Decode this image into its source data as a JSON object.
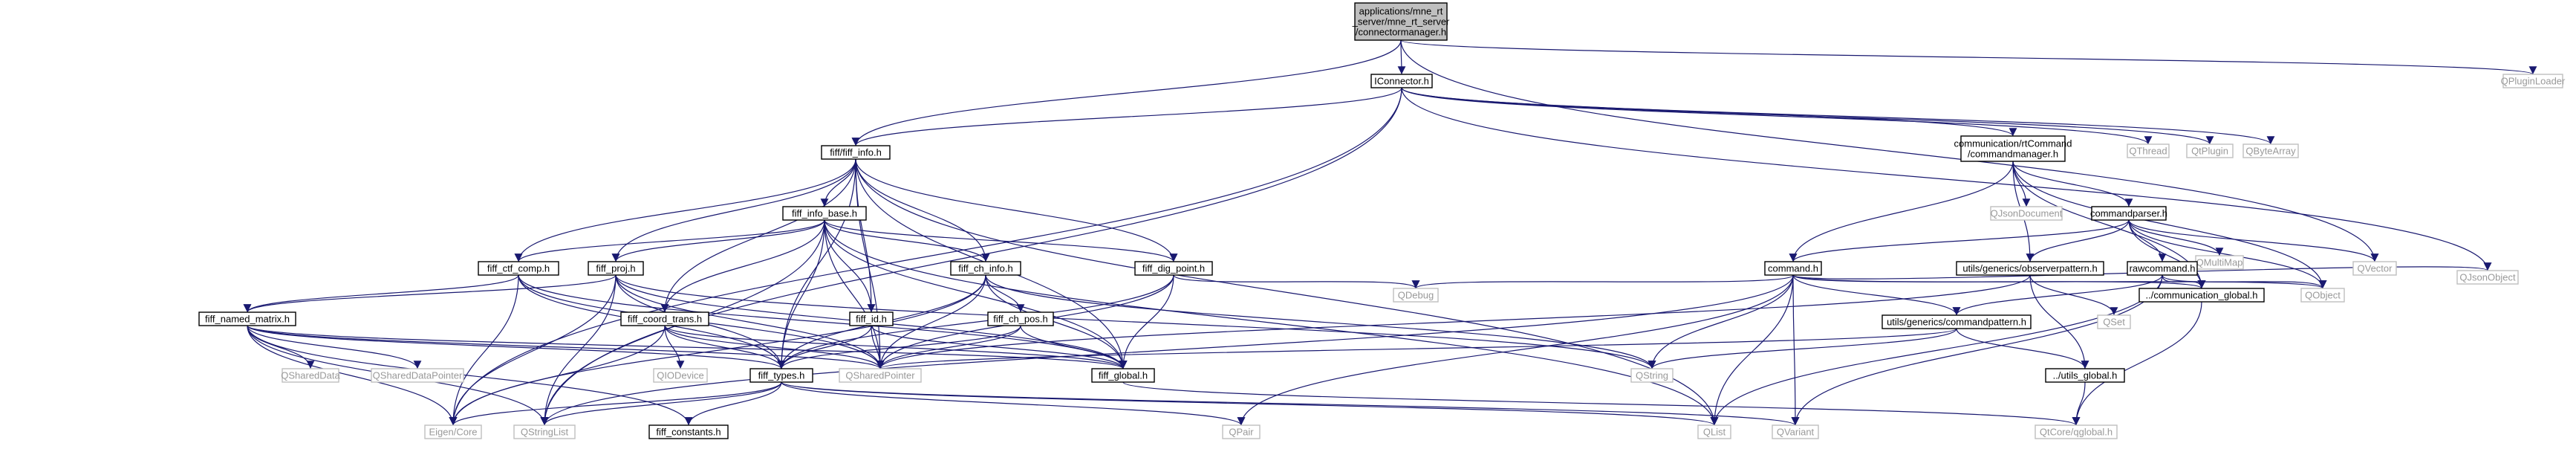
{
  "colors": {
    "edge": "#191970",
    "node_border": "#000000",
    "external_border": "#bfbfbf",
    "external_text": "#999999",
    "text": "#000000",
    "root_fill": "#bfbfbf",
    "background": "#ffffff"
  },
  "nodes": [
    {
      "id": "root",
      "lines": [
        "applications/mne_rt",
        "_server/mne_rt_server",
        "/connectormanager.h"
      ],
      "kind": "root"
    },
    {
      "id": "iconnector",
      "lines": [
        "IConnector.h"
      ],
      "kind": "local"
    },
    {
      "id": "qpluginloader",
      "lines": [
        "QPluginLoader"
      ],
      "kind": "external"
    },
    {
      "id": "fiff_info",
      "lines": [
        "fiff/fiff_info.h"
      ],
      "kind": "local"
    },
    {
      "id": "commandmanager",
      "lines": [
        "communication/rtCommand",
        "/commandmanager.h"
      ],
      "kind": "local"
    },
    {
      "id": "qthread",
      "lines": [
        "QThread"
      ],
      "kind": "external"
    },
    {
      "id": "qtplugin",
      "lines": [
        "QtPlugin"
      ],
      "kind": "external"
    },
    {
      "id": "qbytearray",
      "lines": [
        "QByteArray"
      ],
      "kind": "external"
    },
    {
      "id": "qjsondocument",
      "lines": [
        "QJsonDocument"
      ],
      "kind": "external"
    },
    {
      "id": "commandparser",
      "lines": [
        "commandparser.h"
      ],
      "kind": "local"
    },
    {
      "id": "qmultimap",
      "lines": [
        "QMultiMap"
      ],
      "kind": "external"
    },
    {
      "id": "qvector",
      "lines": [
        "QVector"
      ],
      "kind": "external"
    },
    {
      "id": "qjsonobject",
      "lines": [
        "QJsonObject"
      ],
      "kind": "external"
    },
    {
      "id": "fiff_info_base",
      "lines": [
        "fiff_info_base.h"
      ],
      "kind": "local"
    },
    {
      "id": "fiff_ctf_comp",
      "lines": [
        "fiff_ctf_comp.h"
      ],
      "kind": "local"
    },
    {
      "id": "fiff_proj",
      "lines": [
        "fiff_proj.h"
      ],
      "kind": "local"
    },
    {
      "id": "fiff_ch_info",
      "lines": [
        "fiff_ch_info.h"
      ],
      "kind": "local"
    },
    {
      "id": "fiff_dig_point",
      "lines": [
        "fiff_dig_point.h"
      ],
      "kind": "local"
    },
    {
      "id": "command",
      "lines": [
        "command.h"
      ],
      "kind": "local"
    },
    {
      "id": "observerpattern",
      "lines": [
        "utils/generics/observerpattern.h"
      ],
      "kind": "local"
    },
    {
      "id": "rawcommand",
      "lines": [
        "rawcommand.h"
      ],
      "kind": "local"
    },
    {
      "id": "communication_global",
      "lines": [
        "../communication_global.h"
      ],
      "kind": "local"
    },
    {
      "id": "qobject",
      "lines": [
        "QObject"
      ],
      "kind": "external"
    },
    {
      "id": "fiff_named_matrix",
      "lines": [
        "fiff_named_matrix.h"
      ],
      "kind": "local"
    },
    {
      "id": "fiff_coord_trans",
      "lines": [
        "fiff_coord_trans.h"
      ],
      "kind": "local"
    },
    {
      "id": "fiff_id",
      "lines": [
        "fiff_id.h"
      ],
      "kind": "local"
    },
    {
      "id": "fiff_ch_pos",
      "lines": [
        "fiff_ch_pos.h"
      ],
      "kind": "local"
    },
    {
      "id": "qdebug",
      "lines": [
        "QDebug"
      ],
      "kind": "external"
    },
    {
      "id": "qset",
      "lines": [
        "QSet"
      ],
      "kind": "external"
    },
    {
      "id": "commandpattern",
      "lines": [
        "utils/generics/commandpattern.h"
      ],
      "kind": "local"
    },
    {
      "id": "qshareddata",
      "lines": [
        "QSharedData"
      ],
      "kind": "external"
    },
    {
      "id": "qshareddatapointer",
      "lines": [
        "QSharedDataPointer"
      ],
      "kind": "external"
    },
    {
      "id": "qiodevice",
      "lines": [
        "QIODevice"
      ],
      "kind": "external"
    },
    {
      "id": "fiff_types",
      "lines": [
        "fiff_types.h"
      ],
      "kind": "local"
    },
    {
      "id": "qsharedpointer",
      "lines": [
        "QSharedPointer"
      ],
      "kind": "external"
    },
    {
      "id": "fiff_global",
      "lines": [
        "fiff_global.h"
      ],
      "kind": "local"
    },
    {
      "id": "qstring",
      "lines": [
        "QString"
      ],
      "kind": "external"
    },
    {
      "id": "utils_global",
      "lines": [
        "../utils_global.h"
      ],
      "kind": "local"
    },
    {
      "id": "eigen_core",
      "lines": [
        "Eigen/Core"
      ],
      "kind": "external"
    },
    {
      "id": "qstringlist",
      "lines": [
        "QStringList"
      ],
      "kind": "external"
    },
    {
      "id": "fiff_constants",
      "lines": [
        "fiff_constants.h"
      ],
      "kind": "local"
    },
    {
      "id": "qpair",
      "lines": [
        "QPair"
      ],
      "kind": "external"
    },
    {
      "id": "qlist",
      "lines": [
        "QList"
      ],
      "kind": "external"
    },
    {
      "id": "qvariant",
      "lines": [
        "QVariant"
      ],
      "kind": "external"
    },
    {
      "id": "qtcore_qglobal",
      "lines": [
        "QtCore/qglobal.h"
      ],
      "kind": "external"
    }
  ],
  "edges": [
    [
      "root",
      "iconnector"
    ],
    [
      "root",
      "qpluginloader"
    ],
    [
      "root",
      "fiff_info"
    ],
    [
      "root",
      "qvector"
    ],
    [
      "iconnector",
      "fiff_info"
    ],
    [
      "iconnector",
      "commandmanager"
    ],
    [
      "iconnector",
      "qthread"
    ],
    [
      "iconnector",
      "qtplugin"
    ],
    [
      "iconnector",
      "qbytearray"
    ],
    [
      "iconnector",
      "qjsonobject"
    ],
    [
      "iconnector",
      "eigen_core"
    ],
    [
      "iconnector",
      "qstringlist"
    ],
    [
      "commandmanager",
      "qjsondocument"
    ],
    [
      "commandmanager",
      "commandparser"
    ],
    [
      "commandmanager",
      "command"
    ],
    [
      "commandmanager",
      "observerpattern"
    ],
    [
      "commandmanager",
      "communication_global"
    ],
    [
      "commandmanager",
      "qobject"
    ],
    [
      "commandparser",
      "qmultimap"
    ],
    [
      "commandparser",
      "qvector"
    ],
    [
      "commandparser",
      "command"
    ],
    [
      "commandparser",
      "rawcommand"
    ],
    [
      "commandparser",
      "observerpattern"
    ],
    [
      "commandparser",
      "communication_global"
    ],
    [
      "commandparser",
      "qobject"
    ],
    [
      "fiff_info",
      "fiff_info_base"
    ],
    [
      "fiff_info",
      "fiff_ctf_comp"
    ],
    [
      "fiff_info",
      "fiff_proj"
    ],
    [
      "fiff_info",
      "fiff_ch_info"
    ],
    [
      "fiff_info",
      "fiff_dig_point"
    ],
    [
      "fiff_info",
      "fiff_coord_trans"
    ],
    [
      "fiff_info",
      "fiff_id"
    ],
    [
      "fiff_info",
      "fiff_types"
    ],
    [
      "fiff_info",
      "fiff_global"
    ],
    [
      "fiff_info",
      "qlist"
    ],
    [
      "fiff_info",
      "qsharedpointer"
    ],
    [
      "fiff_info_base",
      "fiff_ctf_comp"
    ],
    [
      "fiff_info_base",
      "fiff_proj"
    ],
    [
      "fiff_info_base",
      "fiff_ch_info"
    ],
    [
      "fiff_info_base",
      "fiff_dig_point"
    ],
    [
      "fiff_info_base",
      "fiff_coord_trans"
    ],
    [
      "fiff_info_base",
      "fiff_id"
    ],
    [
      "fiff_info_base",
      "fiff_types"
    ],
    [
      "fiff_info_base",
      "fiff_global"
    ],
    [
      "fiff_info_base",
      "qsharedpointer"
    ],
    [
      "fiff_info_base",
      "qlist"
    ],
    [
      "fiff_info_base",
      "qstringlist"
    ],
    [
      "fiff_ctf_comp",
      "fiff_named_matrix"
    ],
    [
      "fiff_ctf_comp",
      "fiff_types"
    ],
    [
      "fiff_ctf_comp",
      "qsharedpointer"
    ],
    [
      "fiff_ctf_comp",
      "eigen_core"
    ],
    [
      "fiff_ctf_comp",
      "fiff_global"
    ],
    [
      "fiff_proj",
      "fiff_named_matrix"
    ],
    [
      "fiff_proj",
      "fiff_types"
    ],
    [
      "fiff_proj",
      "qsharedpointer"
    ],
    [
      "fiff_proj",
      "qstring"
    ],
    [
      "fiff_proj",
      "eigen_core"
    ],
    [
      "fiff_proj",
      "fiff_global"
    ],
    [
      "fiff_proj",
      "qstringlist"
    ],
    [
      "fiff_ch_info",
      "fiff_ch_pos"
    ],
    [
      "fiff_ch_info",
      "fiff_types"
    ],
    [
      "fiff_ch_info",
      "fiff_global"
    ],
    [
      "fiff_ch_info",
      "qsharedpointer"
    ],
    [
      "fiff_ch_info",
      "qstring"
    ],
    [
      "fiff_ch_info",
      "eigen_core"
    ],
    [
      "fiff_dig_point",
      "qdebug"
    ],
    [
      "fiff_dig_point",
      "fiff_types"
    ],
    [
      "fiff_dig_point",
      "fiff_global"
    ],
    [
      "fiff_dig_point",
      "qsharedpointer"
    ],
    [
      "command",
      "qdebug"
    ],
    [
      "command",
      "qstring"
    ],
    [
      "command",
      "qlist"
    ],
    [
      "command",
      "qvariant"
    ],
    [
      "command",
      "qpair"
    ],
    [
      "command",
      "commandpattern"
    ],
    [
      "command",
      "communication_global"
    ],
    [
      "command",
      "qobject"
    ],
    [
      "command",
      "qjsonobject"
    ],
    [
      "command",
      "qstringlist"
    ],
    [
      "observerpattern",
      "qset"
    ],
    [
      "observerpattern",
      "qsharedpointer"
    ],
    [
      "observerpattern",
      "utils_global"
    ],
    [
      "rawcommand",
      "commandpattern"
    ],
    [
      "rawcommand",
      "communication_global"
    ],
    [
      "rawcommand",
      "qobject"
    ],
    [
      "rawcommand",
      "qlist"
    ],
    [
      "rawcommand",
      "qvariant"
    ],
    [
      "commandpattern",
      "qsharedpointer"
    ],
    [
      "commandpattern",
      "qstring"
    ],
    [
      "commandpattern",
      "utils_global"
    ],
    [
      "communication_global",
      "qtcore_qglobal"
    ],
    [
      "utils_global",
      "qtcore_qglobal"
    ],
    [
      "fiff_named_matrix",
      "qshareddata"
    ],
    [
      "fiff_named_matrix",
      "qshareddatapointer"
    ],
    [
      "fiff_named_matrix",
      "fiff_types"
    ],
    [
      "fiff_named_matrix",
      "fiff_global"
    ],
    [
      "fiff_named_matrix",
      "eigen_core"
    ],
    [
      "fiff_named_matrix",
      "qstringlist"
    ],
    [
      "fiff_named_matrix",
      "qsharedpointer"
    ],
    [
      "fiff_named_matrix",
      "fiff_constants"
    ],
    [
      "fiff_coord_trans",
      "qiodevice"
    ],
    [
      "fiff_coord_trans",
      "fiff_types"
    ],
    [
      "fiff_coord_trans",
      "qsharedpointer"
    ],
    [
      "fiff_coord_trans",
      "eigen_core"
    ],
    [
      "fiff_coord_trans",
      "fiff_global"
    ],
    [
      "fiff_id",
      "fiff_types"
    ],
    [
      "fiff_id",
      "qsharedpointer"
    ],
    [
      "fiff_id",
      "fiff_global"
    ],
    [
      "fiff_ch_pos",
      "fiff_types"
    ],
    [
      "fiff_ch_pos",
      "fiff_global"
    ],
    [
      "fiff_ch_pos",
      "qsharedpointer"
    ],
    [
      "fiff_types",
      "eigen_core"
    ],
    [
      "fiff_types",
      "qstringlist"
    ],
    [
      "fiff_types",
      "fiff_constants"
    ],
    [
      "fiff_types",
      "qpair"
    ],
    [
      "fiff_types",
      "qlist"
    ],
    [
      "fiff_types",
      "qvariant"
    ],
    [
      "fiff_global",
      "qtcore_qglobal"
    ]
  ]
}
